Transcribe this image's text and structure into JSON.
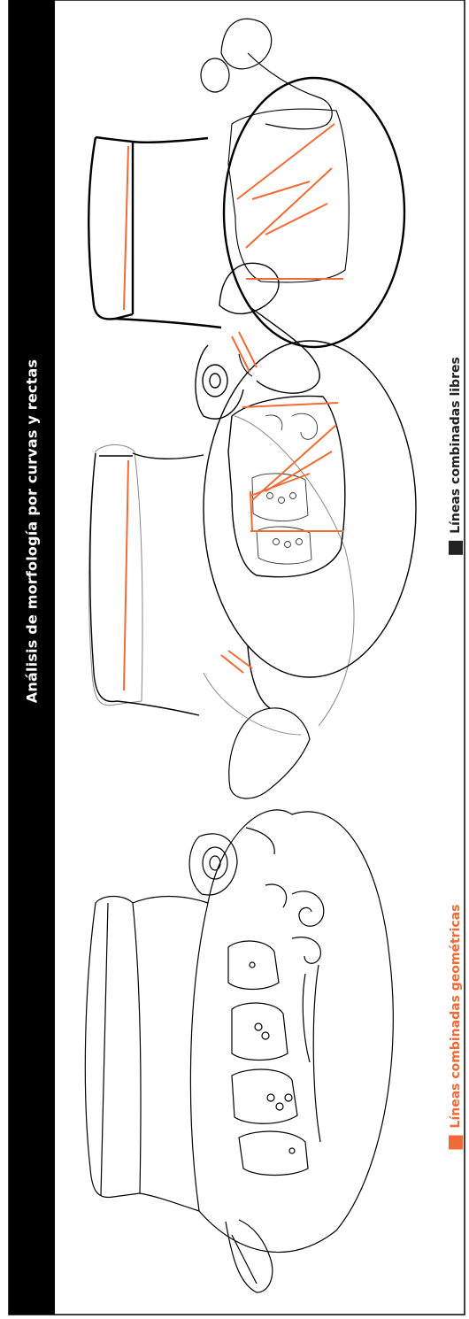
{
  "title": "Análisis de morfología por curvas y rectas",
  "legend": [
    {
      "label": "Líneas combinadas geométricas",
      "color": "#f26a35"
    },
    {
      "label": "Líneas combinadas libres",
      "color": "#222222"
    }
  ],
  "colors": {
    "accent": "#f26a35",
    "ink": "#000000",
    "background": "#ffffff"
  }
}
